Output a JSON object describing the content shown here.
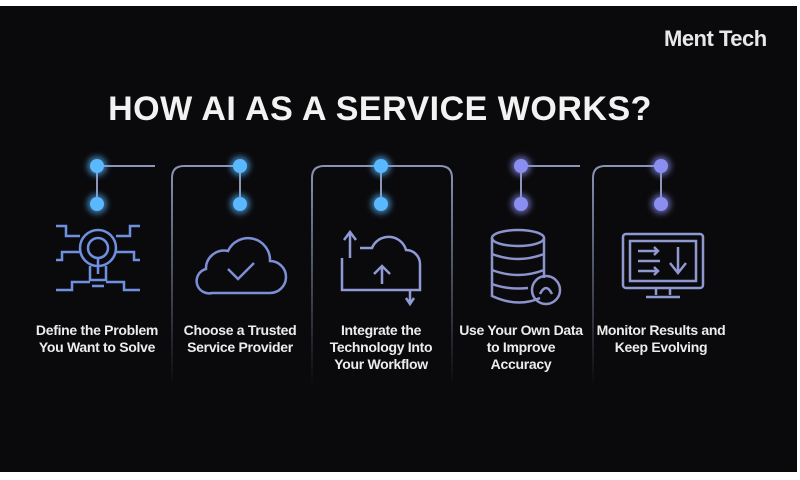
{
  "brand": {
    "logo_text": "Ment Tech"
  },
  "title": "HOW AI AS A SERVICE WORKS?",
  "colors": {
    "background": "#0a0a0c",
    "dot_blue": "#5ab8ff",
    "dot_violet": "#8a8ef0",
    "line": "#9aa3c8"
  },
  "steps": [
    {
      "label": "Define the Problem You Want to Solve",
      "icon": "lightbulb-circuit-icon"
    },
    {
      "label": "Choose a Trusted Service Provider",
      "icon": "cloud-check-icon"
    },
    {
      "label": "Integrate the Technology Into Your Workflow",
      "icon": "cloud-upload-integration-icon"
    },
    {
      "label": "Use Your Own Data to Improve Accuracy",
      "icon": "database-icon"
    },
    {
      "label": "Monitor Results and Keep Evolving",
      "icon": "monitor-icon"
    }
  ]
}
